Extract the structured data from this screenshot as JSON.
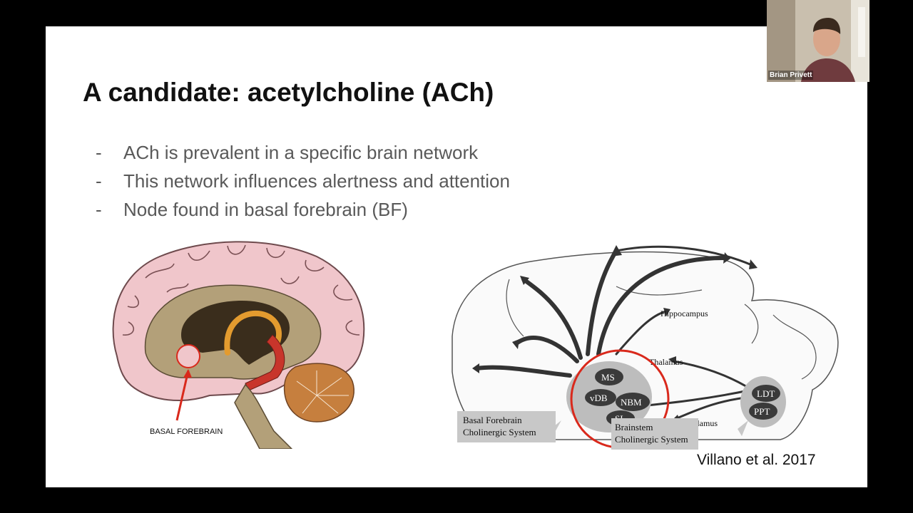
{
  "slide": {
    "title": "A candidate: acetylcholine (ACh)",
    "bullets": [
      {
        "marker": "-",
        "text": "ACh is prevalent in a specific brain network"
      },
      {
        "marker": "-",
        "text": "This network influences alertness and attention"
      },
      {
        "marker": "-",
        "text": "Node found in basal forebrain (BF)"
      }
    ],
    "citation": "Villano et al. 2017"
  },
  "brain_figure": {
    "label": "BASAL FOREBRAIN"
  },
  "network_figure": {
    "labels": {
      "hippocampus": "Hippocampus",
      "thalamus": "Thalamus",
      "hypothalamus": "Hypothalamus",
      "ms": "MS",
      "vdb": "vDB",
      "nbm": "NBM",
      "si": "SI",
      "ldt": "LDT",
      "ppt": "PPT"
    },
    "boxes": {
      "basal_line1": "Basal Forebrain",
      "basal_line2": "Cholinergic System",
      "brainstem_line1": "Brainstem",
      "brainstem_line2": "Cholinergic System"
    },
    "colors": {
      "highlight_circle": "#d9291c",
      "arrows": "#333333",
      "nuclei": "#3a3a3a"
    }
  },
  "video": {
    "participant_name": "Brian Privett"
  }
}
